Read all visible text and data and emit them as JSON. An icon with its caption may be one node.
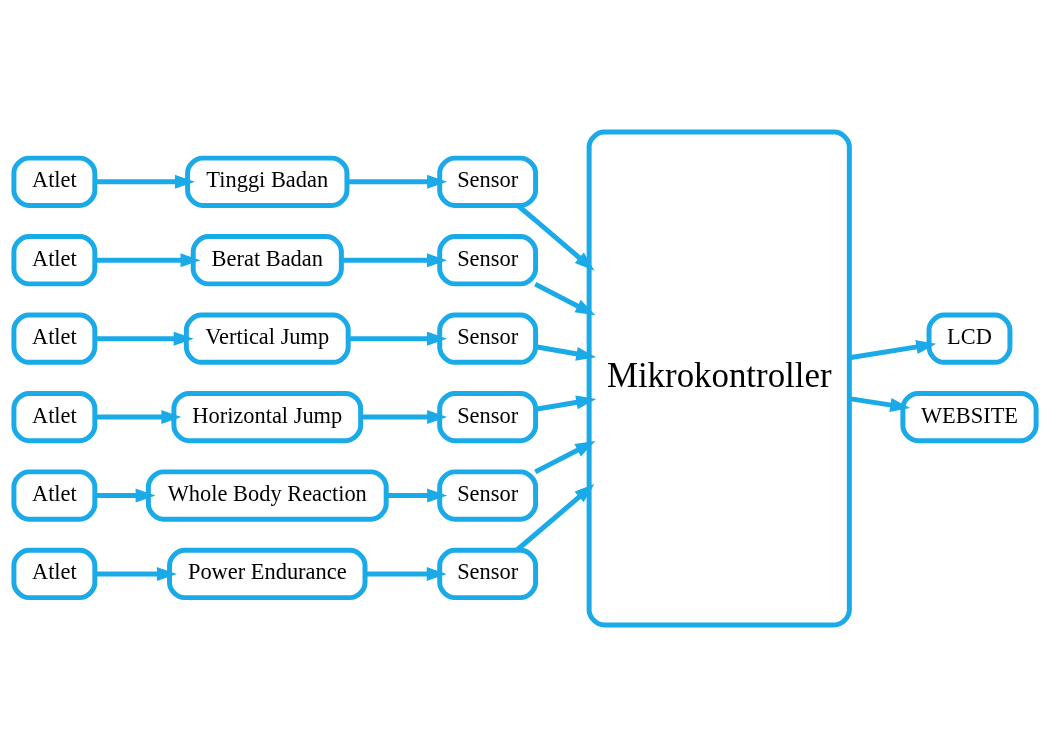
{
  "diagram": {
    "nodes": [
      {
        "text": [
          "Atlet"
        ]
      },
      {
        "text": [
          "Tinggi Badan"
        ]
      },
      {
        "text": [
          "Sensor"
        ]
      },
      {
        "text": [
          "Atlet"
        ]
      },
      {
        "text": [
          "Berat Badan"
        ]
      },
      {
        "text": [
          "Sensor"
        ]
      },
      {
        "text": [
          "Atlet"
        ]
      },
      {
        "text": [
          "Vertical Jump"
        ]
      },
      {
        "text": [
          "Sensor"
        ]
      },
      {
        "text": [
          "Atlet"
        ]
      },
      {
        "text": [
          "Horizontal Jump"
        ]
      },
      {
        "text": [
          "Sensor"
        ]
      },
      {
        "text": [
          "Atlet"
        ]
      },
      {
        "text": [
          "Whole Body Reaction"
        ]
      },
      {
        "text": [
          "Sensor"
        ]
      },
      {
        "text": [
          "Atlet"
        ]
      },
      {
        "text": [
          "Power Endurance"
        ]
      },
      {
        "text": [
          "Sensor"
        ]
      },
      {
        "text": [
          "Mikrokontroller"
        ]
      },
      {
        "text": [
          "LCD"
        ]
      },
      {
        "text": [
          "WEBSITE"
        ]
      }
    ],
    "edges": [
      {
        "from": 0,
        "to": 1,
        "arrow": "to"
      },
      {
        "from": 1,
        "to": 2,
        "arrow": "to"
      },
      {
        "from": 2,
        "to": 18,
        "arrow": "to"
      },
      {
        "from": 3,
        "to": 4,
        "arrow": "to"
      },
      {
        "from": 4,
        "to": 5,
        "arrow": "to"
      },
      {
        "from": 5,
        "to": 18,
        "arrow": "to"
      },
      {
        "from": 6,
        "to": 7,
        "arrow": "to"
      },
      {
        "from": 7,
        "to": 8,
        "arrow": "to"
      },
      {
        "from": 8,
        "to": 18,
        "arrow": "to"
      },
      {
        "from": 9,
        "to": 10,
        "arrow": "to"
      },
      {
        "from": 10,
        "to": 11,
        "arrow": "to"
      },
      {
        "from": 11,
        "to": 18,
        "arrow": "to"
      },
      {
        "from": 12,
        "to": 13,
        "arrow": "to"
      },
      {
        "from": 13,
        "to": 14,
        "arrow": "to"
      },
      {
        "from": 14,
        "to": 18,
        "arrow": "to"
      },
      {
        "from": 15,
        "to": 16,
        "arrow": "to"
      },
      {
        "from": 16,
        "to": 17,
        "arrow": "to"
      },
      {
        "from": 17,
        "to": 18,
        "arrow": "to"
      },
      {
        "from": 18,
        "to": 19,
        "arrow": "to"
      },
      {
        "from": 18,
        "to": 20,
        "arrow": "to"
      }
    ]
  }
}
